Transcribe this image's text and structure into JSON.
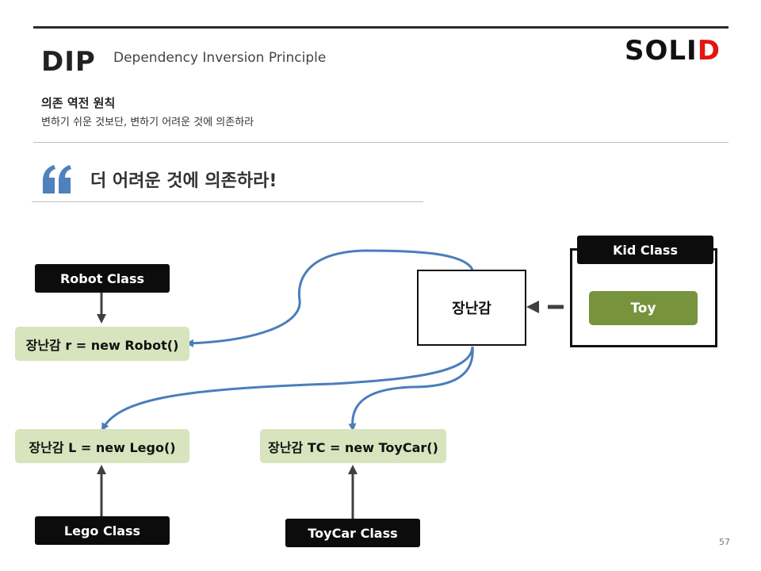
{
  "header": {
    "abbr": "DIP",
    "full_name": "Dependency Inversion Principle",
    "brand_main": "SOLI",
    "brand_accent": "D",
    "brand_accent_color": "#e31414"
  },
  "subtitle": {
    "title": "의존 역전 원칙",
    "description": "변하기 쉬운 것보단, 변하기 어려운 것에 의존하라"
  },
  "quote": {
    "text": "더 어려운 것에 의존하라!",
    "mark_color": "#4f81bd"
  },
  "diagram": {
    "robot_class": "Robot Class",
    "robot_instance": "장난감 r = new Robot()",
    "lego_instance": "장난감 L = new Lego()",
    "lego_class": "Lego Class",
    "toycar_instance": "장난감 TC = new ToyCar()",
    "toycar_class": "ToyCar Class",
    "abstraction": "장난감",
    "kid_class": "Kid Class",
    "toy": "Toy",
    "curve_color": "#4a7ebb",
    "green_fill": "#d7e4bd",
    "toy_fill": "#77933c"
  },
  "footer": {
    "page_number": "57"
  }
}
